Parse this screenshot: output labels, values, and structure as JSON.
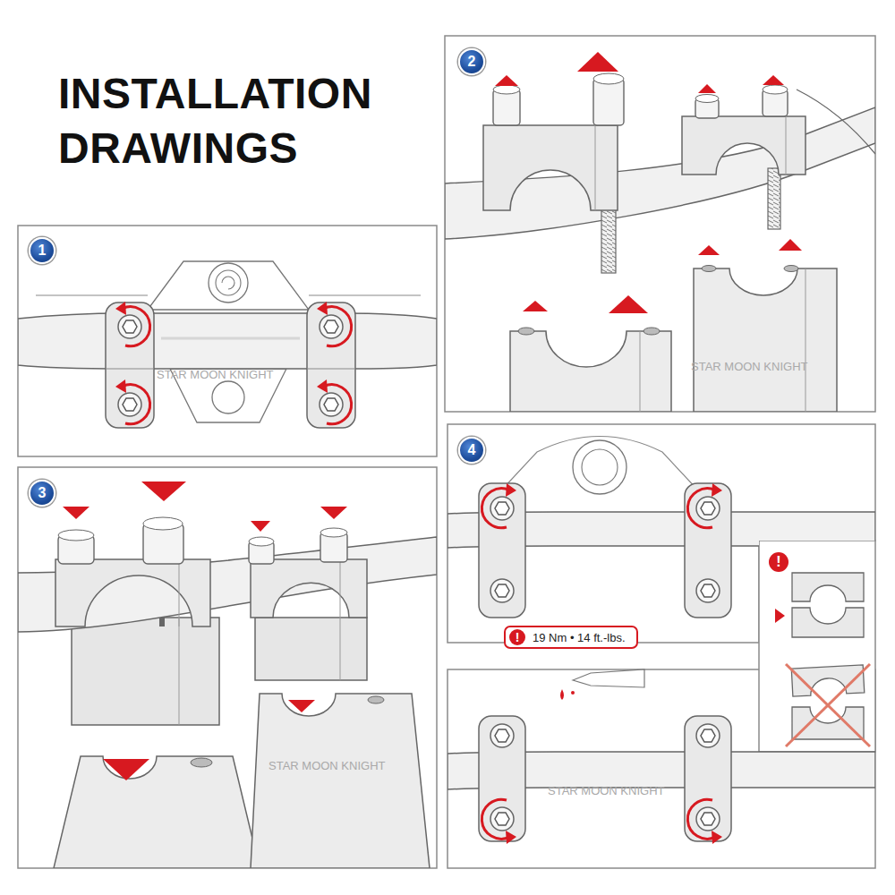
{
  "diagram": {
    "title": "INSTALLATION DRAWINGS",
    "nodes": [
      {
        "text": [
          "1"
        ]
      },
      {
        "text": [
          "2"
        ]
      },
      {
        "text": [
          "3"
        ]
      },
      {
        "text": [
          "4"
        ]
      },
      {
        "text": [
          "!",
          "19 Nm • 14 ft.-lbs."
        ]
      },
      {
        "text": [
          "!"
        ]
      }
    ],
    "labels": [
      "STAR MOON KNIGHT",
      "STAR MOON KNIGHT",
      "STAR MOON KNIGHT",
      "STAR MOON KNIGHT"
    ]
  }
}
